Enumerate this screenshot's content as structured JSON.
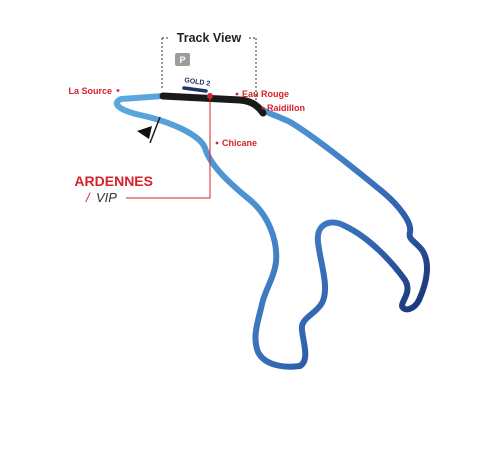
{
  "track_view": {
    "title": "Track View",
    "parking_badge": "P"
  },
  "grandstand": {
    "label": "GOLD 2"
  },
  "corners": {
    "la_source": "La Source",
    "eau_rouge": "Eau Rouge",
    "raidillon": "Raidillon",
    "chicane": "Chicane"
  },
  "section": {
    "name": "ARDENNES",
    "slash": "/",
    "tier": "VIP"
  },
  "icons": {
    "start_finish": "start-finish-flag-icon",
    "parking": "parking-icon"
  },
  "colors": {
    "track_light": "#5aa8dc",
    "track_mid": "#3f78bf",
    "track_dark": "#172a6b",
    "highlight_section": "#1a1a1a",
    "accent_red": "#d6222b",
    "grandstand_marker": "#1c3470",
    "parking_badge": "#9c9c9c"
  }
}
